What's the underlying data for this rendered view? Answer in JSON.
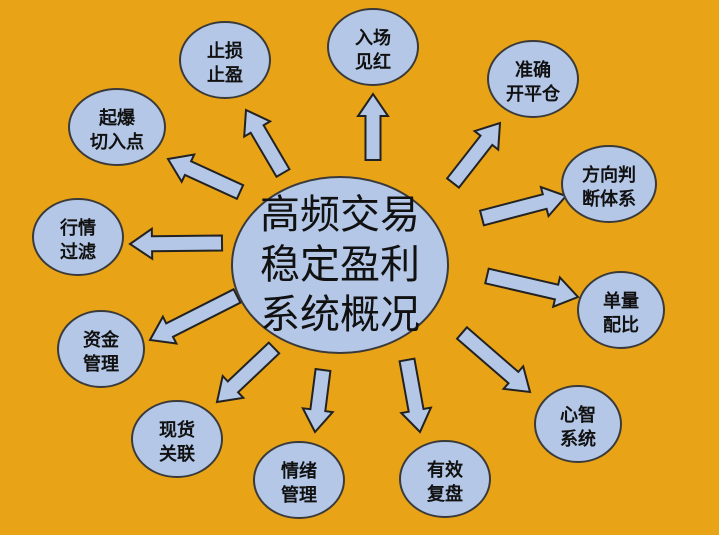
{
  "colors": {
    "background": "#E8A317",
    "node_fill": "#B4C7E7",
    "node_stroke": "#3A3A3A",
    "arrow_fill": "#B4C7E7",
    "arrow_stroke": "#222222"
  },
  "center": {
    "lines": [
      "高频交易",
      "稳定盈利",
      "系统概况"
    ]
  },
  "nodes": [
    {
      "id": "stop-loss",
      "lines": [
        "止损",
        "止盈"
      ]
    },
    {
      "id": "entry",
      "lines": [
        "入场",
        "见红"
      ]
    },
    {
      "id": "accurate-open",
      "lines": [
        "准确",
        "开平仓"
      ]
    },
    {
      "id": "direction",
      "lines": [
        "方向判",
        "断体系"
      ]
    },
    {
      "id": "position",
      "lines": [
        "单量",
        "配比"
      ]
    },
    {
      "id": "mind",
      "lines": [
        "心智",
        "系统"
      ]
    },
    {
      "id": "review",
      "lines": [
        "有效",
        "复盘"
      ]
    },
    {
      "id": "emotion",
      "lines": [
        "情绪",
        "管理"
      ]
    },
    {
      "id": "spot",
      "lines": [
        "现货",
        "关联"
      ]
    },
    {
      "id": "funds",
      "lines": [
        "资金",
        "管理"
      ]
    },
    {
      "id": "filter",
      "lines": [
        "行情",
        "过滤"
      ]
    },
    {
      "id": "breakout",
      "lines": [
        "起爆",
        "切入点"
      ]
    }
  ]
}
